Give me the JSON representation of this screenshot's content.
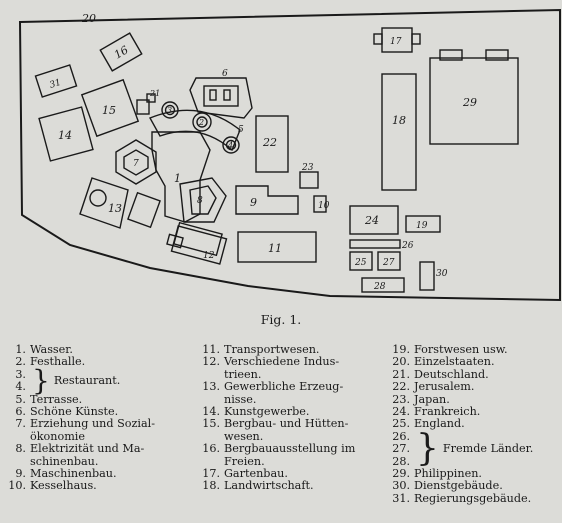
{
  "map": {
    "labels": [
      "1",
      "2",
      "3",
      "4",
      "5",
      "6",
      "7",
      "8",
      "9",
      "10",
      "11",
      "12",
      "13",
      "14",
      "15",
      "16",
      "17",
      "18",
      "19",
      "20",
      "21",
      "22",
      "23",
      "24",
      "25",
      "26",
      "27",
      "28",
      "29",
      "30",
      "31"
    ]
  },
  "caption": "Fig. 1.",
  "legend": {
    "col1": [
      {
        "num": "1.",
        "label": "Wasser."
      },
      {
        "num": "2.",
        "label": "Festhalle."
      },
      {
        "group": true,
        "nums": [
          "3.",
          "4."
        ],
        "label": "Restaurant."
      },
      {
        "num": "5.",
        "label": "Terrasse."
      },
      {
        "num": "6.",
        "label": "Schöne Künste."
      },
      {
        "num": "7.",
        "label": "Erziehung und Sozial-ökonomie"
      },
      {
        "num": "8.",
        "label": "Elektrizität und Ma-schinenbau."
      },
      {
        "num": "9.",
        "label": "Maschinenbau."
      },
      {
        "num": "10.",
        "label": "Kesselhaus."
      }
    ],
    "col2": [
      {
        "num": "11.",
        "label": "Transportwesen."
      },
      {
        "num": "12.",
        "label": "Verschiedene Indus-trieen."
      },
      {
        "num": "13.",
        "label": "Gewerbliche Erzeug-nisse."
      },
      {
        "num": "14.",
        "label": "Kunstgewerbe."
      },
      {
        "num": "15.",
        "label": "Bergbau- und Hütten-wesen."
      },
      {
        "num": "16.",
        "label": "Bergbauausstellung im Freien."
      },
      {
        "num": "17.",
        "label": "Gartenbau."
      },
      {
        "num": "18.",
        "label": "Landwirtschaft."
      }
    ],
    "col3": [
      {
        "num": "19.",
        "label": "Forstwesen usw."
      },
      {
        "num": "20.",
        "label": "Einzelstaaten."
      },
      {
        "num": "21.",
        "label": "Deutschland."
      },
      {
        "num": "22.",
        "label": "Jerusalem."
      },
      {
        "num": "23.",
        "label": "Japan."
      },
      {
        "num": "24.",
        "label": "Frankreich."
      },
      {
        "num": "25.",
        "label": "England."
      },
      {
        "group": true,
        "nums": [
          "26.",
          "27.",
          "28."
        ],
        "label": "Fremde Länder."
      },
      {
        "num": "29.",
        "label": "Philippinen."
      },
      {
        "num": "30.",
        "label": "Dienstgebäude."
      },
      {
        "num": "31.",
        "label": "Regierungsgebäude."
      }
    ]
  }
}
